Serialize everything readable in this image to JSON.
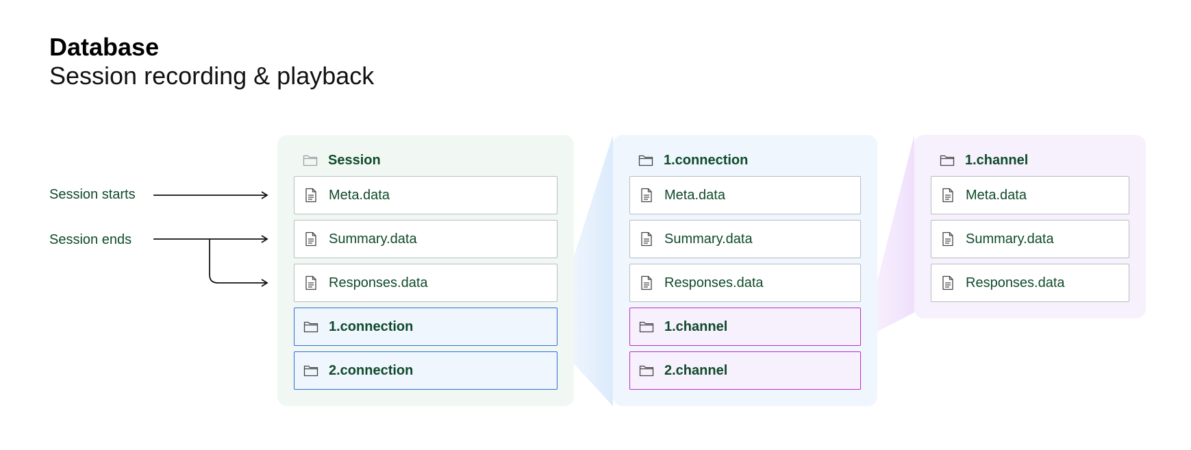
{
  "header": {
    "title": "Database",
    "subtitle": "Session recording & playback"
  },
  "events": {
    "start_label": "Session starts",
    "end_label": "Session ends"
  },
  "session_panel": {
    "title": "Session",
    "items": [
      {
        "label": "Meta.data",
        "icon": "file-icon"
      },
      {
        "label": "Summary.data",
        "icon": "file-icon"
      },
      {
        "label": "Responses.data",
        "icon": "file-icon"
      },
      {
        "label": "1.connection",
        "icon": "folder-icon"
      },
      {
        "label": "2.connection",
        "icon": "folder-icon"
      }
    ]
  },
  "connection_panel": {
    "title": "1.connection",
    "items": [
      {
        "label": "Meta.data",
        "icon": "file-icon"
      },
      {
        "label": "Summary.data",
        "icon": "file-icon"
      },
      {
        "label": "Responses.data",
        "icon": "file-icon"
      },
      {
        "label": "1.channel",
        "icon": "folder-icon"
      },
      {
        "label": "2.channel",
        "icon": "folder-icon"
      }
    ]
  },
  "channel_panel": {
    "title": "1.channel",
    "items": [
      {
        "label": "Meta.data",
        "icon": "file-icon"
      },
      {
        "label": "Summary.data",
        "icon": "file-icon"
      },
      {
        "label": "Responses.data",
        "icon": "file-icon"
      }
    ]
  },
  "colors": {
    "session_bg": "#f1f8f3",
    "connection_bg": "#eff6fe",
    "channel_bg": "#f7f0fd",
    "connection_border": "#2f6fd8",
    "channel_border": "#c02bc6",
    "label_text": "#0f4a2a"
  }
}
